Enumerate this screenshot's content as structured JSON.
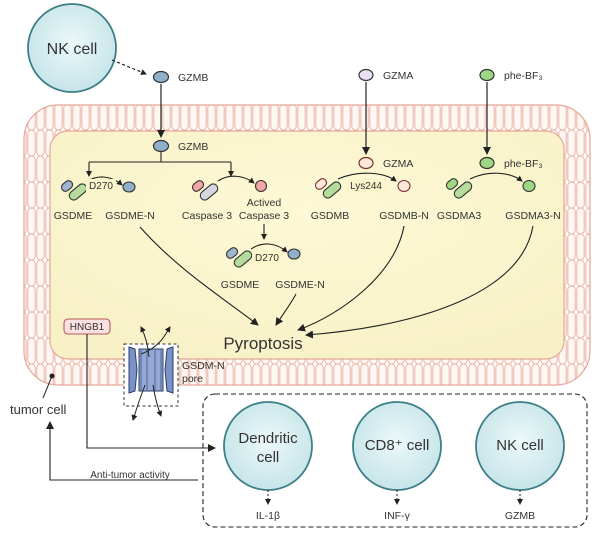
{
  "labels": {
    "nk_cell_top": "NK cell",
    "gzmb_outside": "GZMB",
    "gzma_outside": "GZMA",
    "phebf3_outside": "phe-BF₃",
    "gzmb_inside": "GZMB",
    "gzma_inside": "GZMA",
    "phebf3_inside": "phe-BF₃",
    "d270_a": "D270",
    "d270_b": "D270",
    "lys244": "Lys244",
    "gsdme_a": "GSDME",
    "gsdme_n_a": "GSDME-N",
    "caspase3": "Caspase 3",
    "actived_caspase3_line1": "Actived",
    "actived_caspase3_line2": "Caspase 3",
    "gsdme_b": "GSDME",
    "gsdme_n_b": "GSDME-N",
    "gsdmb": "GSDMB",
    "gsdmb_n": "GSDMB-N",
    "gsdma3": "GSDMA3",
    "gsdma3_n": "GSDMA3-N",
    "pyroptosis": "Pyroptosis",
    "hngb1": "HNGB1",
    "pore_line1": "GSDM-N",
    "pore_line2": "pore",
    "tumor_cell": "tumor cell",
    "anti_tumor": "Anti-tumor activity",
    "dendritic_line1": "Dendritic",
    "dendritic_line2": "cell",
    "cd8_cell": "CD8⁺ cell",
    "nk_cell_bottom": "NK cell",
    "il1b": "IL-1β",
    "infg": "INF-γ",
    "gzmb_bottom": "GZMB"
  },
  "colors": {
    "membrane": "#eab3a5",
    "cytoplasm": "#fbf5cc",
    "cell_fill": "#d2ecef",
    "cell_stroke": "#3d7f86",
    "gzmb_blue": "#8fb0c8",
    "gzma_purple": "#c5b6d8",
    "phe_green": "#9fd884",
    "gsdm_green": "#b5dc9c",
    "gsdm_n_red": "#f2a6a6",
    "caspase_gray": "#d7d7e1",
    "pore_blue": "#7a92c6",
    "hngb1_fill": "#fbe1e1",
    "hngb1_stroke": "#b75a5a"
  }
}
